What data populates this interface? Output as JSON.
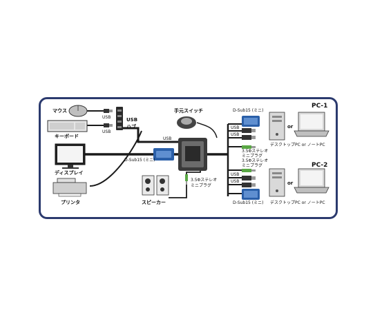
{
  "labels": {
    "mouse": "マウス",
    "keyboard": "キーボード",
    "display": "ディスプレイ",
    "printer": "プリンタ",
    "usb_hub_1": "USB",
    "usb_hub_2": "ハブ",
    "switch": "手元スイッチ",
    "speaker": "スピーカー",
    "usb": "USB",
    "dsub": "D-Sub15 (ミニ)",
    "stereo_1": "3.5Φステレオ",
    "stereo_2": "ミニプラグ",
    "pc1": "PC-1",
    "pc2": "PC-2",
    "or": "or",
    "pc_caption": "デスクトップPC or ノートPC"
  },
  "colors": {
    "frame": "#2b3a6e",
    "cable": "#1a1a1a",
    "vga_blue": "#2a5fa8",
    "audio_green": "#5aa845",
    "device_gray": "#d9d9d9",
    "device_dark": "#555555"
  },
  "icons": [
    "mouse-icon",
    "keyboard-icon",
    "monitor-icon",
    "printer-icon",
    "usb-hub-icon",
    "remote-switch-icon",
    "kvm-switch-icon",
    "speaker-icon",
    "vga-connector-icon",
    "usb-plug-icon",
    "audio-plug-icon",
    "desktop-tower-icon",
    "laptop-icon"
  ]
}
